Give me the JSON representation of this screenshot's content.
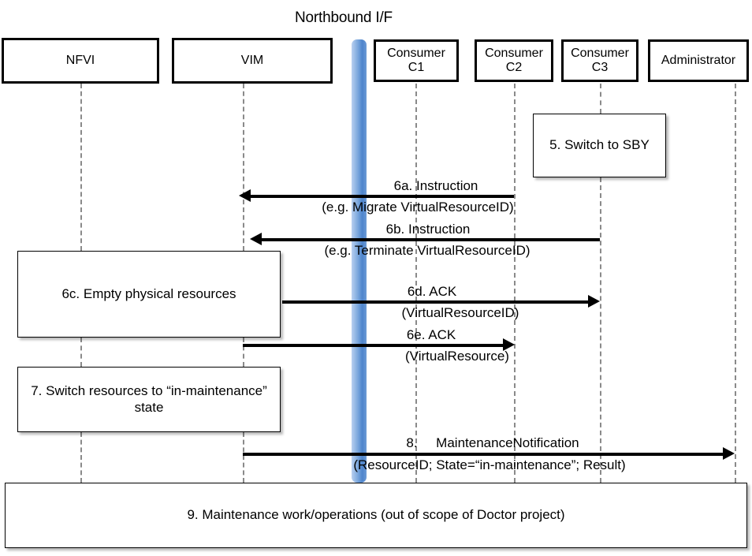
{
  "diagram": {
    "title": "Northbound I/F",
    "type": "uml-sequence-diagram",
    "actors": [
      {
        "id": "nfvi",
        "label": "NFVI",
        "label2": ""
      },
      {
        "id": "vim",
        "label": "VIM",
        "label2": ""
      },
      {
        "id": "c1",
        "label": "Consumer",
        "label2": "C1"
      },
      {
        "id": "c2",
        "label": "Consumer",
        "label2": "C2"
      },
      {
        "id": "c3",
        "label": "Consumer",
        "label2": "C3"
      },
      {
        "id": "admin",
        "label": "Administrator",
        "label2": ""
      }
    ],
    "notes": [
      {
        "id": "note5",
        "line1": "5. Switch to",
        "line2": "SBY"
      },
      {
        "id": "note6c",
        "line1": "6c. Empty physical resources",
        "line2": ""
      },
      {
        "id": "note7",
        "line1": "7. Switch resources to",
        "line2": "“in-maintenance” state"
      },
      {
        "id": "note9",
        "line1": "9. Maintenance work/operations",
        "line2": "(out of scope of Doctor project)"
      }
    ],
    "messages": [
      {
        "id": "m6a",
        "from": "c2",
        "to": "vim",
        "dir": "left",
        "line1": "6a. Instruction",
        "line2": "(e.g. Migrate VirtualResourceID)"
      },
      {
        "id": "m6b",
        "from": "c3",
        "to": "vim",
        "dir": "left",
        "line1": "6b. Instruction",
        "line2": "(e.g. Terminate VirtualResourceID)"
      },
      {
        "id": "m6d",
        "from": "vim",
        "to": "c3",
        "dir": "right",
        "line1": "6d. ACK",
        "line2": "(VirtualResourceID)"
      },
      {
        "id": "m6e",
        "from": "vim",
        "to": "c2",
        "dir": "right",
        "line1": "6e. ACK",
        "line2": "(VirtualResource)"
      },
      {
        "id": "m8",
        "from": "vim",
        "to": "admin",
        "dir": "right",
        "line1": "8.     MaintenanceNotification",
        "line2": "(ResourceID; State=“in-maintenance”; Result)"
      }
    ],
    "colors": {
      "northbound_bar": "#5b8fd4",
      "actor_border": "#000000",
      "lifeline": "#8a8a8a",
      "message": "#000000",
      "background": "#ffffff"
    }
  }
}
